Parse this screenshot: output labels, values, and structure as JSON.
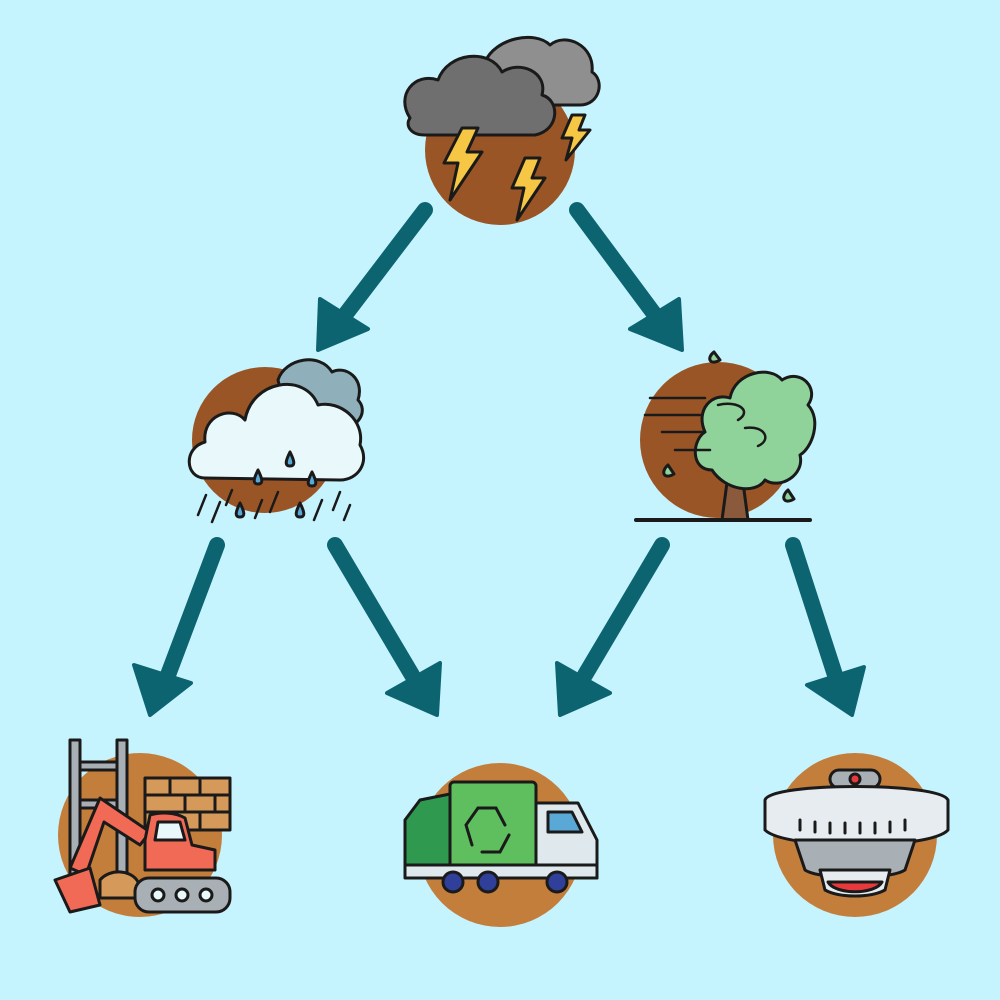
{
  "colors": {
    "background": "#c6f4fe",
    "arrow": "#0d6471",
    "circle_dark": "#9a5526",
    "circle_light": "#c37e3b",
    "outline": "#1a1a1a",
    "cloud_dark": "#6f6f6f",
    "cloud_gray": "#8f8f8f",
    "cloud_white": "#e9f8fa",
    "cloud_blue": "#8fb0bb",
    "lightning": "#f6c744",
    "raindrop": "#5aa8d6",
    "tree_foliage": "#8fd39a",
    "tree_trunk": "#8b5a3c",
    "excavator": "#f06a55",
    "brick": "#d59a5a",
    "truck_green": "#5fbf5f",
    "truck_dark_green": "#2f9a4f",
    "truck_cab": "#dfe8ec",
    "wheel": "#2f3f9a",
    "alarm_gray": "#a9b0b5",
    "alarm_light": "#e6ecef",
    "alarm_red": "#e8393d"
  },
  "nodes": [
    {
      "id": "storm",
      "icon": "thunderstorm-icon"
    },
    {
      "id": "rain",
      "icon": "rain-cloud-icon"
    },
    {
      "id": "wind",
      "icon": "windy-tree-icon"
    },
    {
      "id": "construction",
      "icon": "excavator-construction-icon"
    },
    {
      "id": "garbage",
      "icon": "recycling-garbage-truck-icon"
    },
    {
      "id": "alarm",
      "icon": "smoke-detector-icon"
    }
  ],
  "edges": [
    {
      "from": "storm",
      "to": "rain"
    },
    {
      "from": "storm",
      "to": "wind"
    },
    {
      "from": "rain",
      "to": "construction"
    },
    {
      "from": "rain",
      "to": "garbage"
    },
    {
      "from": "wind",
      "to": "garbage"
    },
    {
      "from": "wind",
      "to": "alarm"
    }
  ]
}
